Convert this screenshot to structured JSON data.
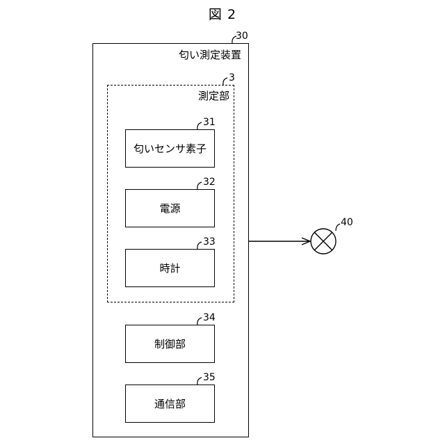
{
  "figure": {
    "title": "図 2"
  },
  "device": {
    "label": "匂い測定装置",
    "ref": "30"
  },
  "measurement_unit": {
    "label": "測定部",
    "ref": "3"
  },
  "components": [
    {
      "label": "匂いセンサ素子",
      "ref": "31"
    },
    {
      "label": "電源",
      "ref": "32"
    },
    {
      "label": "時計",
      "ref": "33"
    },
    {
      "label": "制御部",
      "ref": "34"
    },
    {
      "label": "通信部",
      "ref": "35"
    }
  ],
  "output": {
    "ref": "40",
    "symbol": "circle-x-icon"
  }
}
